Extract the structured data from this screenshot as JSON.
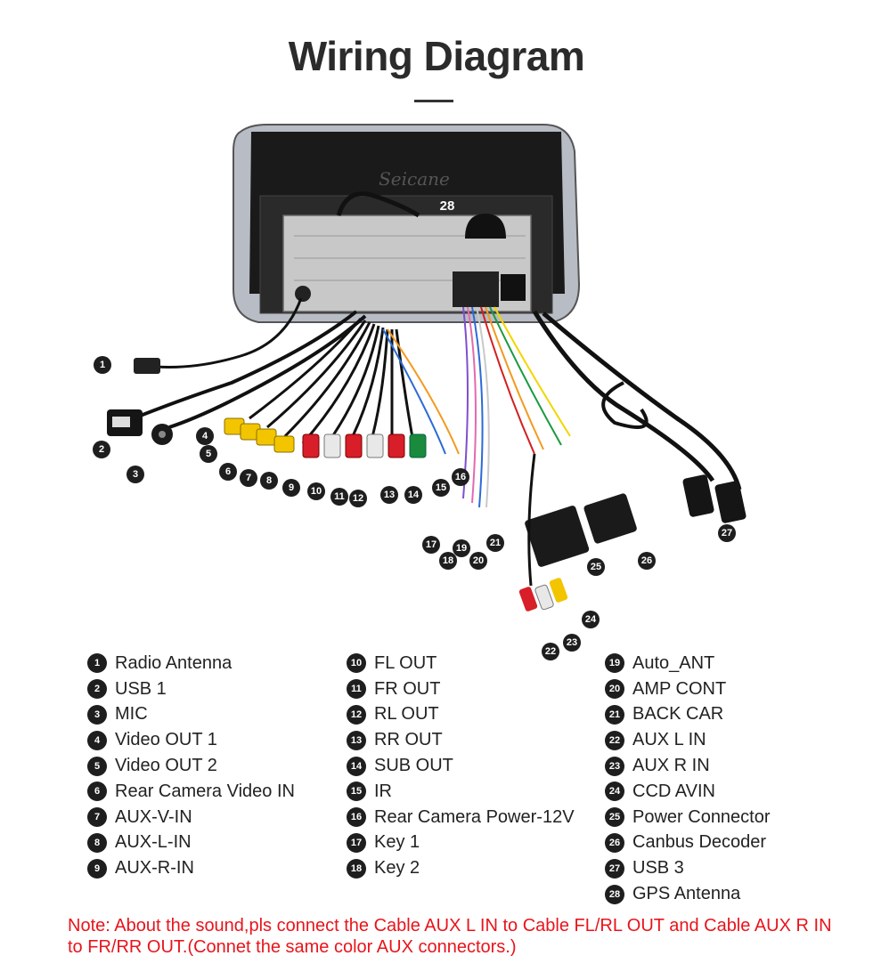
{
  "title": "Wiring Diagram",
  "brand_label": "Seicane",
  "legend": [
    {
      "num": "1",
      "label": "Radio Antenna"
    },
    {
      "num": "2",
      "label": "USB 1"
    },
    {
      "num": "3",
      "label": "MIC"
    },
    {
      "num": "4",
      "label": "Video OUT 1"
    },
    {
      "num": "5",
      "label": "Video OUT 2"
    },
    {
      "num": "6",
      "label": "Rear Camera Video IN"
    },
    {
      "num": "7",
      "label": "AUX-V-IN"
    },
    {
      "num": "8",
      "label": "AUX-L-IN"
    },
    {
      "num": "9",
      "label": "AUX-R-IN"
    },
    {
      "num": "10",
      "label": "FL OUT"
    },
    {
      "num": "11",
      "label": "FR OUT"
    },
    {
      "num": "12",
      "label": "RL OUT"
    },
    {
      "num": "13",
      "label": "RR OUT"
    },
    {
      "num": "14",
      "label": "SUB OUT"
    },
    {
      "num": "15",
      "label": "IR"
    },
    {
      "num": "16",
      "label": "Rear Camera Power-12V"
    },
    {
      "num": "17",
      "label": "Key 1"
    },
    {
      "num": "18",
      "label": "Key 2"
    },
    {
      "num": "19",
      "label": "Auto_ANT"
    },
    {
      "num": "20",
      "label": "AMP CONT"
    },
    {
      "num": "21",
      "label": "BACK CAR"
    },
    {
      "num": "22",
      "label": "AUX L IN"
    },
    {
      "num": "23",
      "label": "AUX R IN"
    },
    {
      "num": "24",
      "label": "CCD AVIN"
    },
    {
      "num": "25",
      "label": "Power Connector"
    },
    {
      "num": "26",
      "label": "Canbus Decoder"
    },
    {
      "num": "27",
      "label": "USB 3"
    },
    {
      "num": "28",
      "label": "GPS Antenna"
    }
  ],
  "note": "Note: About the sound,pls connect the Cable AUX L IN to Cable FL/RL OUT and Cable AUX R IN to  FR/RR OUT.(Connet the same color AUX connectors.)",
  "colors": {
    "note": "#e8141b",
    "badge": "#1e1e1e",
    "title": "#2b2b2b",
    "rca_yellow": "#f2c500",
    "rca_red": "#d81e28",
    "rca_white": "#e8e8e8",
    "rca_green": "#1a8a3c"
  }
}
